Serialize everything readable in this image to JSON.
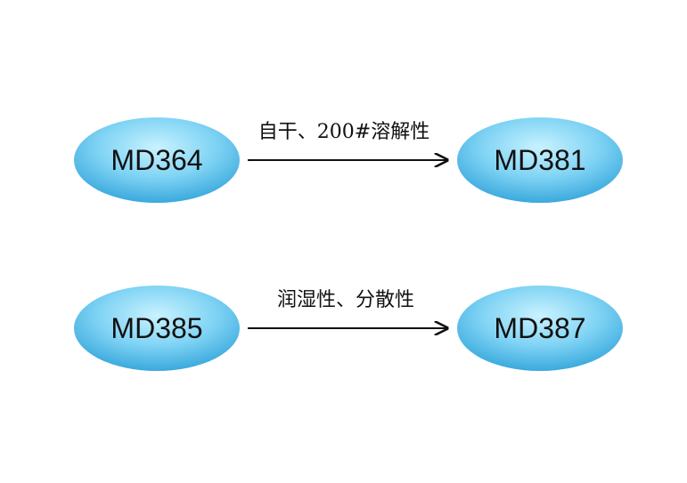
{
  "diagram": {
    "nodes": [
      {
        "id": "md364",
        "label": "MD364"
      },
      {
        "id": "md381",
        "label": "MD381"
      },
      {
        "id": "md385",
        "label": "MD385"
      },
      {
        "id": "md387",
        "label": "MD387"
      }
    ],
    "edges": [
      {
        "from": "md364",
        "to": "md381",
        "label": "自干、200#溶解性"
      },
      {
        "from": "md385",
        "to": "md387",
        "label": "润湿性、分散性"
      }
    ]
  },
  "colors": {
    "node_fill_center": "#c9f2ff",
    "node_fill_mid": "#7fd3f4",
    "node_fill_edge": "#3aa9dd",
    "arrow": "#111111"
  }
}
